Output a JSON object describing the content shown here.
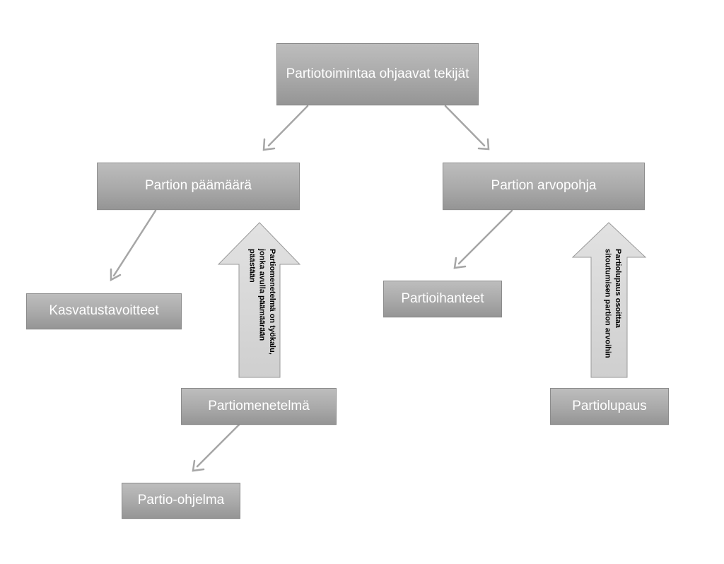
{
  "nodes": {
    "root": "Partiotoimintaa ohjaavat tekijät",
    "goal": "Partion päämäärä",
    "values": "Partion arvopohja",
    "education_goals": "Kasvatustavoitteet",
    "ideals": "Partioihanteet",
    "method": "Partiomenetelmä",
    "promise": "Partiolupaus",
    "program": "Partio-ohjelma"
  },
  "block_arrows": {
    "method_to_goal": "Partiomenetelmä on työkalu, jonka avulla päämäärään päästään",
    "promise_to_values": "Partiolupaus osoittaa sitoutumisen partion arvoihin"
  },
  "colors": {
    "box_fill_top": "#bdbdbd",
    "box_fill_bottom": "#959595",
    "box_text": "#ffffff",
    "connector": "#a6a6a6",
    "block_arrow_fill": "#d6d6d6"
  }
}
